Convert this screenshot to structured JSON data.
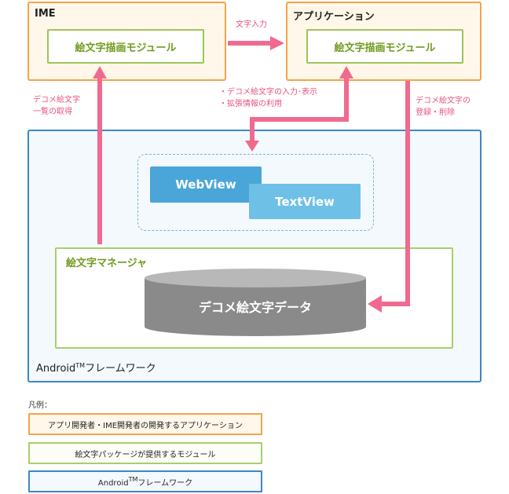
{
  "ime": {
    "title": "IME",
    "module_label": "絵文字描画モジュール"
  },
  "app": {
    "title": "アプリケーション",
    "module_label": "絵文字描画モジュール"
  },
  "arrows": {
    "text_input": "文字入力",
    "get_list": [
      "デコメ絵文字",
      "一覧の取得"
    ],
    "input_display": [
      "・デコメ絵文字の入力･表示",
      "・拡張情報の利用"
    ],
    "register_delete": [
      "デコメ絵文字の",
      "登録・削除"
    ]
  },
  "views": {
    "webview": "WebView",
    "textview": "TextView"
  },
  "manager": {
    "title": "絵文字マネージャ",
    "db_label": "デコメ絵文字データ"
  },
  "android": {
    "name": "Android",
    "tm": "TM",
    "suffix": "フレームワーク"
  },
  "legend": {
    "title": "凡例：",
    "app": "アプリ開発者・IME開発者の開発するアプリケーション",
    "module": "絵文字パッケージが提供するモジュール",
    "android_name": "Android",
    "android_tm": "TM",
    "android_suffix": "フレームワーク"
  },
  "colors": {
    "app_border": "#f2a449",
    "app_fill": "#fff7ea",
    "module_border": "#9ec45a",
    "module_text": "#6f9b1e",
    "android_border": "#3f86c7",
    "android_fill": "#f4f9fe",
    "arrow": "#f06a8f",
    "label_pink": "#e8527b",
    "webview": "#4aa6d8",
    "textview": "#6ec0e6",
    "db_gray": "#8a8a8a"
  }
}
